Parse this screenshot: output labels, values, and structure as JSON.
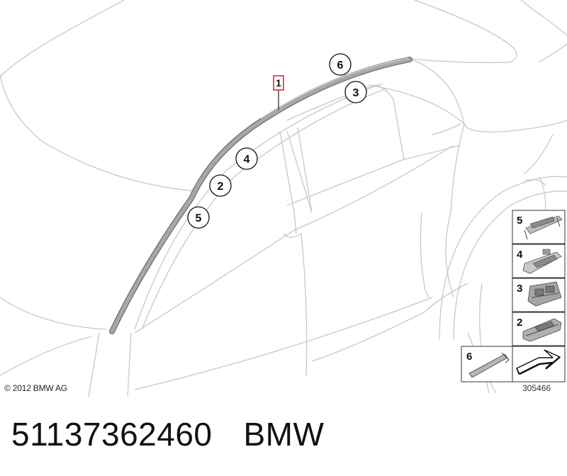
{
  "callouts": {
    "main": "1",
    "c6": "6",
    "c3": "3",
    "c4": "4",
    "c2": "2",
    "c5": "5"
  },
  "thumbnails": [
    {
      "label": "5",
      "icon": "clip-5-icon"
    },
    {
      "label": "4",
      "icon": "clip-4-icon"
    },
    {
      "label": "3",
      "icon": "clip-3-icon"
    },
    {
      "label": "2",
      "icon": "clip-2-icon"
    },
    {
      "label": "6",
      "icon": "clip-6-icon"
    }
  ],
  "copyright": "© 2012 BMW AG",
  "reference_number": "305466",
  "footer": {
    "part_number": "51137362460",
    "brand": "BMW"
  },
  "colors": {
    "line": "#c4c4c4",
    "trim": "#9a9a9a",
    "highlight": "#d0202a"
  }
}
